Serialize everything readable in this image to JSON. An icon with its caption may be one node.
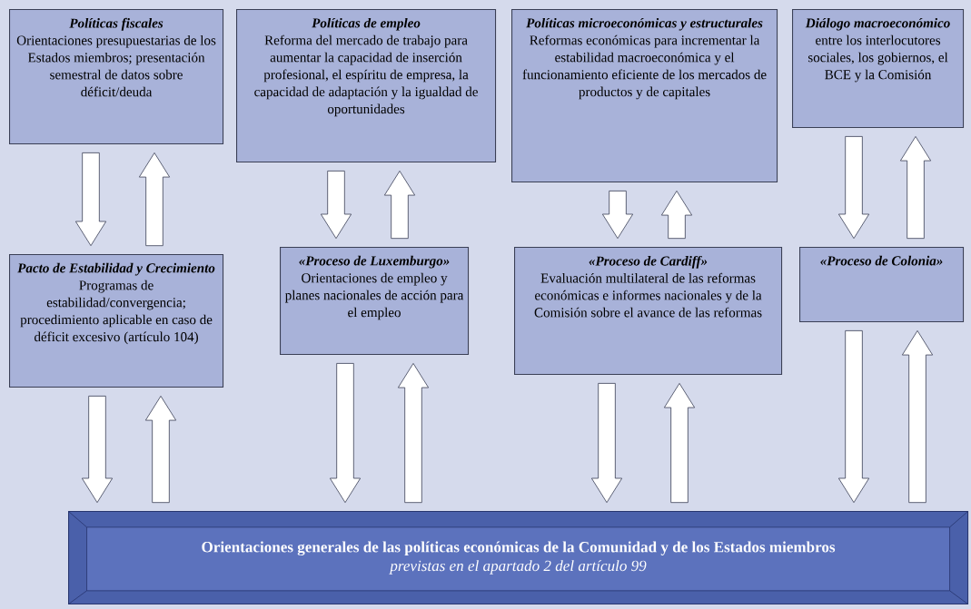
{
  "diagram": {
    "nodes": [
      {
        "text": [
          "Políticas fiscales",
          "Orientaciones presupuestarias de los Estados miembros; presentación semestral de datos sobre déficit/deuda"
        ]
      },
      {
        "text": [
          "Políticas de empleo",
          "Reforma del mercado de trabajo para aumentar la capacidad de inserción profesional, el espíritu de empresa, la capacidad de adaptación y la igualdad de oportunidades"
        ]
      },
      {
        "text": [
          "Políticas microeconómicas y estructurales",
          "Reformas económicas para incrementar la estabilidad macroeconómica y el funcionamiento eficiente de los mercados de productos y de capitales"
        ]
      },
      {
        "text": [
          "Diálogo macroeconómico",
          "entre los interlocutores sociales, los gobiernos, el BCE y la Comisión"
        ]
      },
      {
        "text": [
          "Pacto de Estabilidad y Crecimiento",
          "Programas de estabilidad/convergencia; procedimiento aplicable en caso de déficit excesivo (artículo 104)"
        ]
      },
      {
        "text": [
          "«Proceso de Luxemburgo»",
          "Orientaciones de empleo y planes nacionales de acción para el empleo"
        ]
      },
      {
        "text": [
          "«Proceso de Cardiff»",
          "Evaluación multilateral de las reformas económicas e informes nacionales y de la Comisión sobre el avance de las reformas"
        ]
      },
      {
        "text": [
          "«Proceso de Colonia»"
        ]
      },
      {
        "text": [
          "Orientaciones generales de las políticas económicas de la Comunidad y de los Estados miembros",
          "previstas en el apartado 2 del artículo 99"
        ]
      }
    ],
    "edges": [
      {
        "from": 0,
        "to": 4,
        "arrow": "to"
      },
      {
        "from": 4,
        "to": 0,
        "arrow": "to"
      },
      {
        "from": 4,
        "to": 8,
        "arrow": "to"
      },
      {
        "from": 8,
        "to": 4,
        "arrow": "to"
      },
      {
        "from": 1,
        "to": 5,
        "arrow": "to"
      },
      {
        "from": 5,
        "to": 1,
        "arrow": "to"
      },
      {
        "from": 5,
        "to": 8,
        "arrow": "to"
      },
      {
        "from": 8,
        "to": 5,
        "arrow": "to"
      },
      {
        "from": 2,
        "to": 6,
        "arrow": "to"
      },
      {
        "from": 6,
        "to": 2,
        "arrow": "to"
      },
      {
        "from": 6,
        "to": 8,
        "arrow": "to"
      },
      {
        "from": 8,
        "to": 6,
        "arrow": "to"
      },
      {
        "from": 3,
        "to": 7,
        "arrow": "to"
      },
      {
        "from": 7,
        "to": 3,
        "arrow": "to"
      },
      {
        "from": 7,
        "to": 8,
        "arrow": "to"
      },
      {
        "from": 8,
        "to": 7,
        "arrow": "to"
      }
    ]
  }
}
